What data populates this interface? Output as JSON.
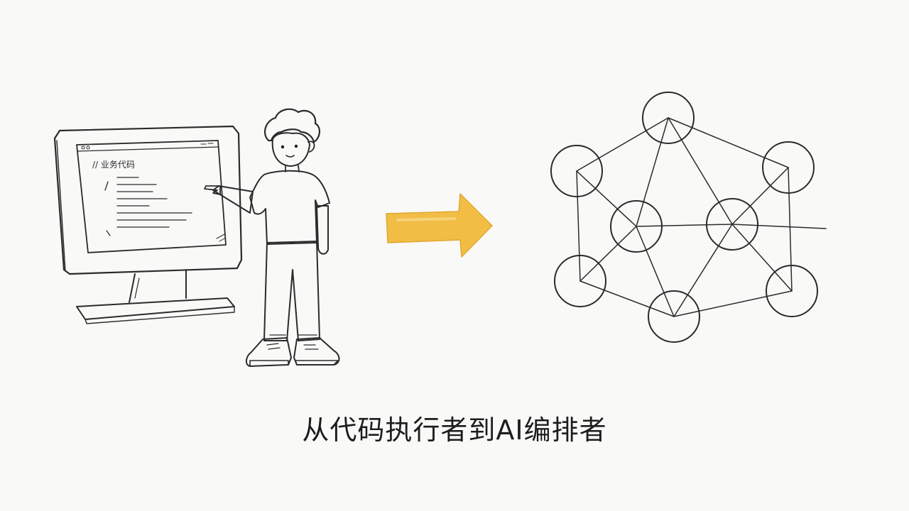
{
  "monitor": {
    "code_comment": "// 业务代码"
  },
  "caption": "从代码执行者到AI编排者",
  "colors": {
    "arrow": "#f2bd45",
    "shoes": "#1f5fd8",
    "pants": "#6a6a6a",
    "ink": "#2b2b2b",
    "background": "#f9f9f8"
  },
  "icons": {
    "left": "developer-at-monitor-illustration",
    "middle": "right-arrow-icon",
    "right": "network-graph-illustration"
  },
  "network": {
    "node_count": 8
  }
}
